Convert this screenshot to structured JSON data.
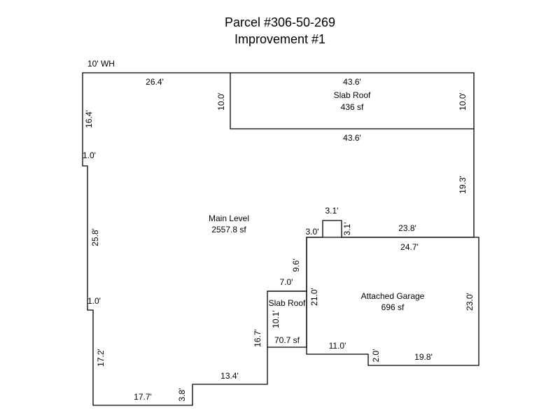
{
  "title": {
    "line1": "Parcel #306-50-269",
    "line2": "Improvement #1"
  },
  "note": "10' WH",
  "areas": {
    "main": {
      "name": "Main Level",
      "area": "2557.8 sf"
    },
    "slab_roof_top": {
      "name": "Slab Roof",
      "area": "436 sf"
    },
    "slab_roof_small": {
      "name": "Slab Roof",
      "area": "70.7 sf"
    },
    "garage": {
      "name": "Attached Garage",
      "area": "696 sf"
    }
  },
  "dims": {
    "main_top": "26.4'",
    "left_upper": "16.4'",
    "step_upper": "1.0'",
    "left_mid": "25.8'",
    "step_lower": "1.0'",
    "left_lower": "17.2'",
    "bottom_left": "17.7'",
    "step_bottom": "3.8'",
    "bottom_mid": "13.4'",
    "inner_vert": "16.7'",
    "slab_small_top": "7.0'",
    "slab_small_side": "10.1'",
    "garage_left_upper": "9.6'",
    "garage_left": "21.0'",
    "bump_left": "3.0'",
    "bump_top": "3.1'",
    "bump_right": "3.1'",
    "main_right_bottom": "23.8'",
    "garage_top": "24.7'",
    "garage_right": "23.0'",
    "garage_bottom_left": "11.0'",
    "garage_step": "2.0'",
    "garage_bottom_right": "19.8'",
    "slab_top": "43.6'",
    "slab_bottom": "43.6'",
    "slab_left": "10.0'",
    "slab_right": "10.0'",
    "main_right": "19.3'"
  }
}
